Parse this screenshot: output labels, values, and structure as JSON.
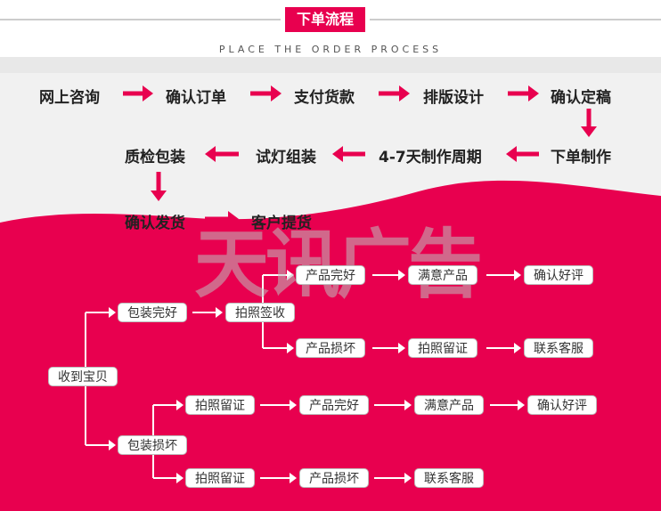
{
  "header": {
    "title": "下单流程",
    "subtitle": "PLACE THE ORDER PROCESS"
  },
  "steps": [
    "网上咨询",
    "确认订单",
    "支付货款",
    "排版设计",
    "确认定稿",
    "下单制作",
    "4-7天制作周期",
    "试灯组装",
    "质检包装",
    "确认发货",
    "客户提货"
  ],
  "tree": {
    "root": "收到宝贝",
    "good": {
      "label": "包装完好",
      "sign": "拍照签收",
      "ok_path": [
        "产品完好",
        "满意产品",
        "确认好评"
      ],
      "bad_path": [
        "产品损坏",
        "拍照留证",
        "联系客服"
      ]
    },
    "damaged": {
      "label": "包装损坏",
      "ok_path": [
        "拍照留证",
        "产品完好",
        "满意产品",
        "确认好评"
      ],
      "bad_path": [
        "拍照留证",
        "产品损坏",
        "联系客服"
      ]
    }
  },
  "watermark": "天讯广告",
  "colors": {
    "accent": "#e8004f",
    "background": "#ffffff",
    "band": "#f1f1f1"
  }
}
